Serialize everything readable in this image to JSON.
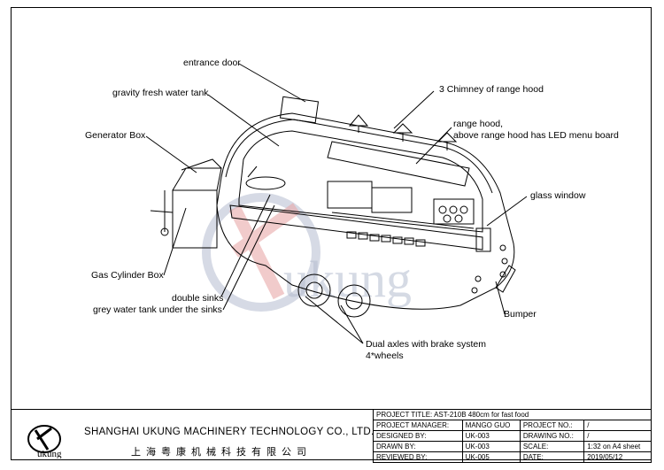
{
  "callouts": {
    "entrance_door": "entrance door",
    "gravity_water_tank": "gravity fresh water tank",
    "chimney": "3 Chimney of range hood",
    "range_hood_1": "range hood,",
    "range_hood_2": "above range hood has LED menu board",
    "generator_box": "Generator Box",
    "glass_window": "glass window",
    "gas_cylinder_box": "Gas Cylinder Box",
    "double_sinks": "double sinks",
    "grey_water_tank": "grey water tank under the sinks",
    "bumper": "Bumper",
    "dual_axles": "Dual axles with brake system",
    "wheels": "4*wheels"
  },
  "watermark": {
    "text": "ukung"
  },
  "title_block": {
    "company_en": "SHANGHAI UKUNG MACHINERY TECHNOLOGY CO., LTD.",
    "company_cn": "上海粤康机械科技有限公司",
    "logo_text": "ukung",
    "project_title_label": "PROJECT TITLE:",
    "project_title_value": "AST-210B 480cm for fast food",
    "project_manager_label": "PROJECT MANAGER:",
    "project_manager_value": "MANGO GUO",
    "project_no_label": "PROJECT NO.:",
    "project_no_value": "/",
    "designed_by_label": "DESIGNED BY:",
    "designed_by_value": "UK-003",
    "drawing_no_label": "DRAWING NO.:",
    "drawing_no_value": "/",
    "drawn_by_label": "DRAWN BY:",
    "drawn_by_value": "UK-003",
    "scale_label": "SCALE:",
    "scale_value": "1:32 on A4 sheet",
    "reviewed_by_label": "REVIEWED BY:",
    "reviewed_by_value": "UK-005",
    "date_label": "DATE:",
    "date_value": "2019/05/12"
  },
  "colors": {
    "watermark_red": "#e8a8a8",
    "watermark_blue": "#b4bccf",
    "line": "#000000"
  }
}
